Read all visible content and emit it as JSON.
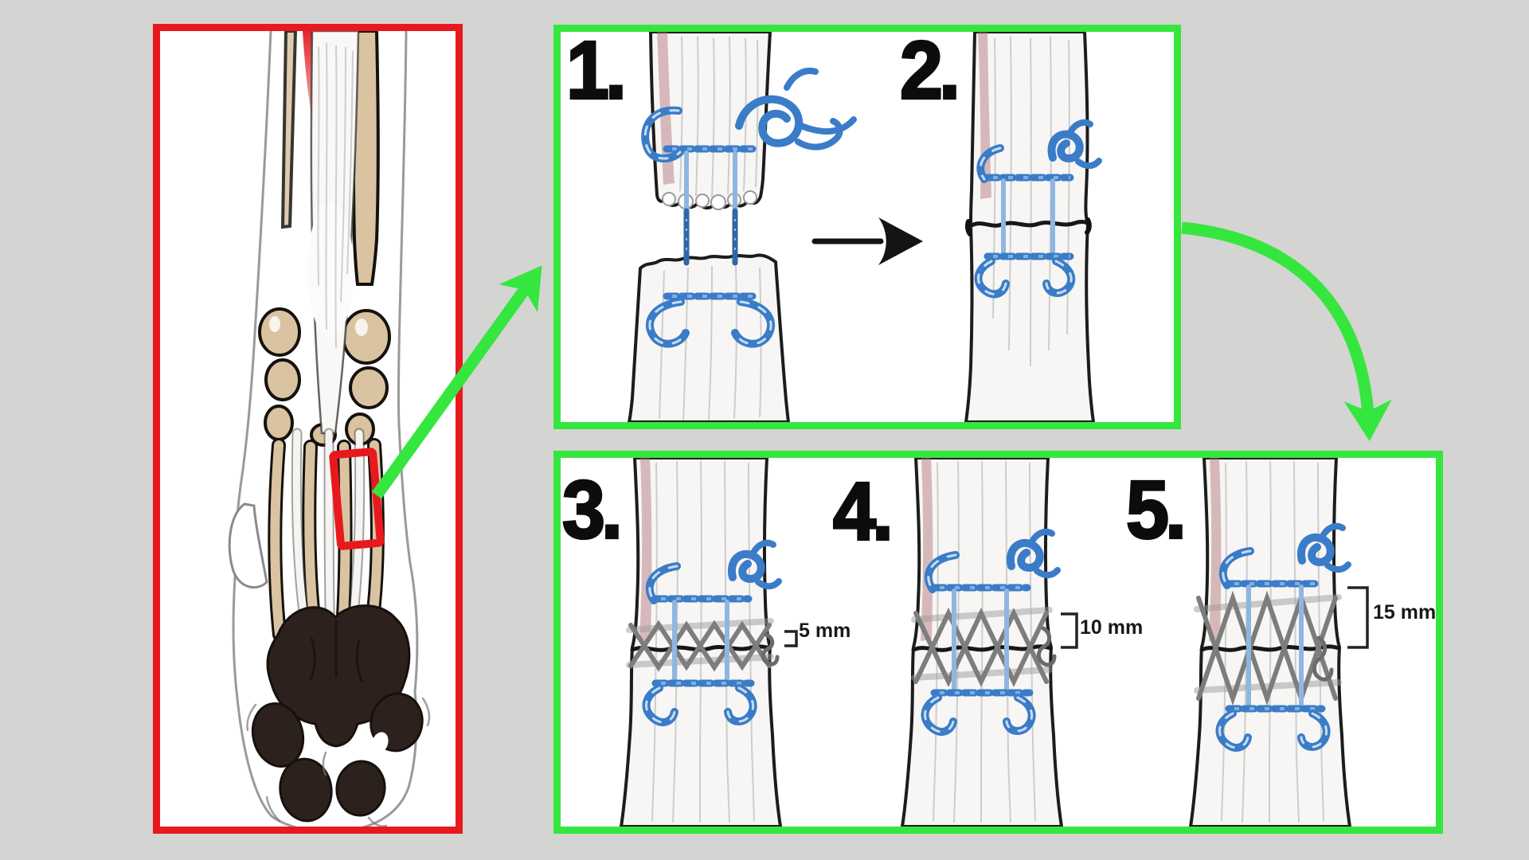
{
  "page": {
    "background_color": "#d4d4d2"
  },
  "panels": {
    "anatomy": {
      "name": "canine-forelimb-anatomy",
      "border_color": "#e8191e",
      "highlight_box_color": "#e8191e"
    },
    "top_steps": {
      "border_color": "#35e63e",
      "steps": [
        {
          "label": "1."
        },
        {
          "label": "2."
        }
      ]
    },
    "bottom_steps": {
      "border_color": "#35e63e",
      "steps": [
        {
          "label": "3.",
          "measurement": "5 mm"
        },
        {
          "label": "4.",
          "measurement": "10 mm"
        },
        {
          "label": "5.",
          "measurement": "15 mm"
        }
      ]
    }
  },
  "colors": {
    "suture_blue": "#3a7cc7",
    "suture_blue_light": "#8fb6e0",
    "stitch_gray": "#7d7d7d",
    "arrow_black": "#141414",
    "arrow_green": "#35e63e",
    "highlight_red": "#e8191e",
    "bone_tan": "#d9c3a1",
    "pad_brown": "#2d211d"
  },
  "icons": {
    "flow_arrow": "black-right-arrow",
    "callout_arrow": "green-diagonal-arrow",
    "panel_link_arrow": "green-curved-arrow",
    "highlight_region": "red-rectangle-outline"
  }
}
